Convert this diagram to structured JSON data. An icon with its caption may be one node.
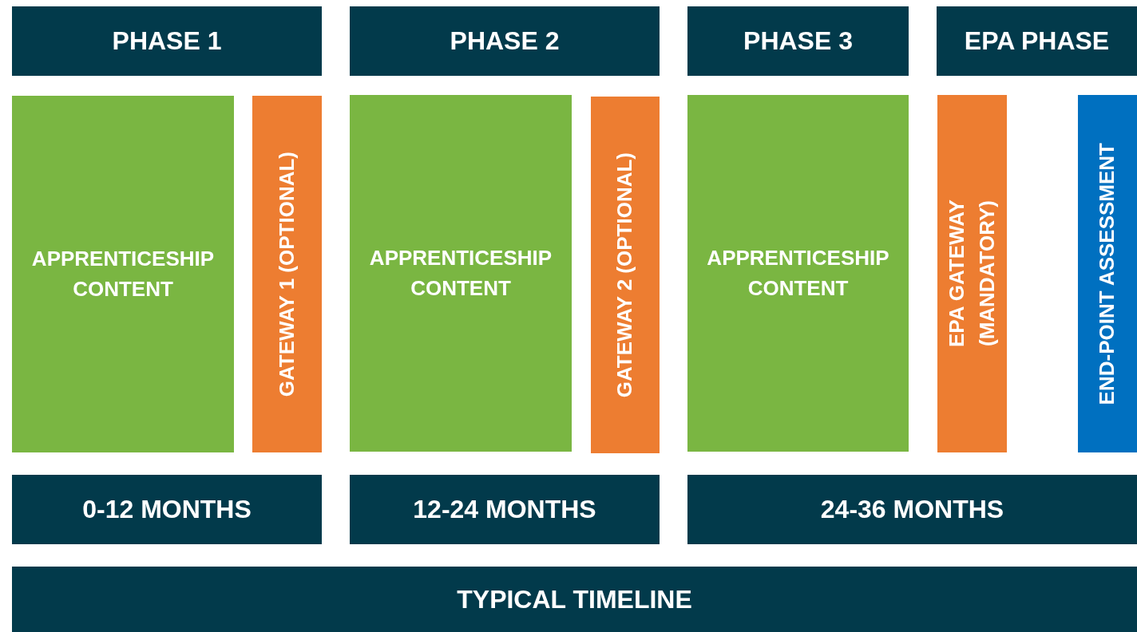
{
  "diagram": {
    "nodes": [
      {
        "text": [
          "PHASE 1"
        ]
      },
      {
        "text": [
          "PHASE 2"
        ]
      },
      {
        "text": [
          "PHASE 3"
        ]
      },
      {
        "text": [
          "EPA PHASE"
        ]
      },
      {
        "text": [
          "APPRENTICESHIP CONTENT"
        ]
      },
      {
        "text": [
          "GATEWAY 1 (OPTIONAL)"
        ]
      },
      {
        "text": [
          "APPRENTICESHIP CONTENT"
        ]
      },
      {
        "text": [
          "GATEWAY 2 (OPTIONAL)"
        ]
      },
      {
        "text": [
          "APPRENTICESHIP CONTENT"
        ]
      },
      {
        "text": [
          "EPA GATEWAY (MANDATORY)"
        ]
      },
      {
        "text": [
          "END-POINT ASSESSMENT"
        ]
      },
      {
        "text": [
          "0-12 MONTHS"
        ]
      },
      {
        "text": [
          "12-24 MONTHS"
        ]
      },
      {
        "text": [
          "24-36 MONTHS"
        ]
      },
      {
        "text": [
          "TYPICAL TIMELINE"
        ]
      }
    ],
    "edges": []
  }
}
